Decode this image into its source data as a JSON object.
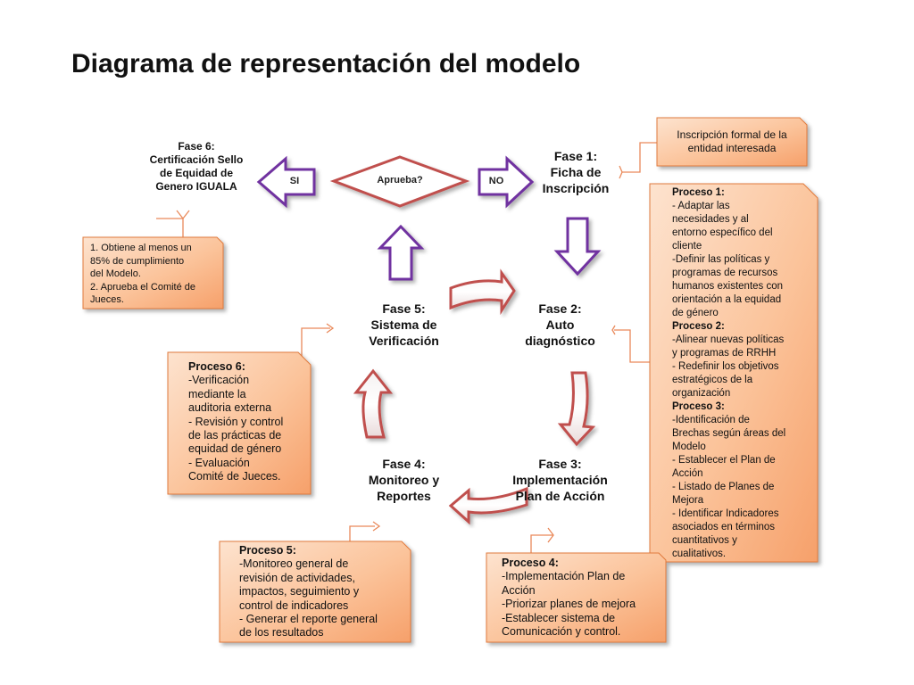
{
  "title": "Diagrama de representación del modelo",
  "decision": {
    "label": "Aprueba?",
    "yes": "SI",
    "no": "NO"
  },
  "phases": {
    "f1": [
      "Fase 1:",
      "Ficha de",
      "Inscripción"
    ],
    "f2": [
      "Fase 2:",
      "Auto",
      "diagnóstico"
    ],
    "f3": [
      "Fase 3:",
      "Implementación",
      "Plan de Acción"
    ],
    "f4": [
      "Fase 4:",
      "Monitoreo y",
      "Reportes"
    ],
    "f5": [
      "Fase 5:",
      "Sistema de",
      "Verificación"
    ],
    "f6": [
      "Fase 6:",
      "Certificación Sello",
      "de Equidad de",
      "Genero IGUALA"
    ]
  },
  "notes": {
    "inscripcion": [
      "Inscripción formal de la",
      "entidad interesada"
    ],
    "criterios": [
      "1. Obtiene  al menos un",
      "85% de cumplimiento",
      "del Modelo.",
      "2. Aprueba el Comité de",
      "Jueces."
    ],
    "proc12_3": [
      "Proceso 1:",
      "- Adaptar las",
      "necesidades y al",
      "entorno específico del",
      "cliente",
      "-Definir  las políticas y",
      "programas de recursos",
      "humanos existentes con",
      "orientación a la equidad",
      "de género",
      "Proceso 2:",
      "-Alinear nuevas políticas",
      "y programas de RRHH",
      "- Redefinir los objetivos",
      "estratégicos de la",
      "organización",
      "Proceso 3:",
      "-Identificación de",
      "Brechas según áreas del",
      "Modelo",
      "- Establecer el Plan de",
      "Acción",
      "- Listado de Planes de",
      "Mejora",
      "- Identificar Indicadores",
      "asociados en términos",
      "cuantitativos y",
      "cualitativos."
    ],
    "proc6": [
      "Proceso 6:",
      "-Verificación",
      "mediante la",
      "auditoria externa",
      "- Revisión y control",
      "de las prácticas de",
      "equidad de género",
      "- Evaluación",
      "Comité de Jueces."
    ],
    "proc5": [
      "Proceso 5:",
      "-Monitoreo general de",
      "revisión de actividades,",
      "impactos, seguimiento y",
      "control de indicadores",
      "- Generar el reporte general",
      "de los resultados"
    ],
    "proc4": [
      "Proceso 4:",
      "-Implementación Plan de",
      "Acción",
      "-Priorizar planes de mejora",
      "-Establecer  sistema de",
      "Comunicación y control."
    ]
  },
  "colors": {
    "note_fill": "#f9b48a",
    "note_edge": "#e07a3c",
    "arrow_red": "#c0504d",
    "arrow_purple": "#7030a0",
    "connector": "#e9895a"
  }
}
